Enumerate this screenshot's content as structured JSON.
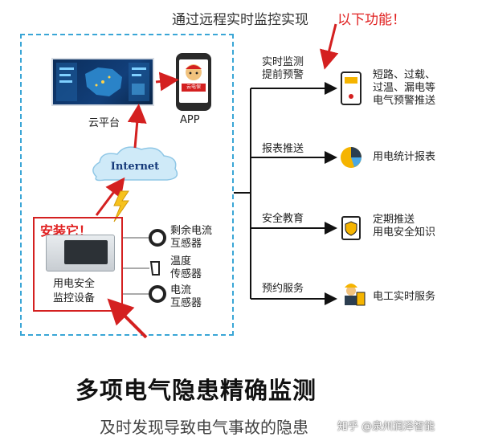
{
  "header": {
    "lead": "通过远程实时监控实现",
    "highlight": "以下功能！"
  },
  "left": {
    "cloud_label": "云平台",
    "app_label": "APP",
    "phone_badge": "云电保",
    "internet": "Internet",
    "install_label": "安装它！",
    "device_label": [
      "用电安全",
      "监控设备"
    ],
    "sensors": [
      {
        "lines": [
          "剩余电流",
          "互感器"
        ]
      },
      {
        "lines": [
          "温度",
          "传感器"
        ]
      },
      {
        "lines": [
          "电流",
          "互感器"
        ]
      }
    ]
  },
  "branches": [
    {
      "label": [
        "实时监测",
        "提前预警"
      ],
      "icon": "alarm-device-icon",
      "desc": [
        "短路、过载、",
        "过温、漏电等",
        "电气预警推送"
      ]
    },
    {
      "label": [
        "报表推送"
      ],
      "icon": "pie-chart-icon",
      "desc": [
        "用电统计报表"
      ]
    },
    {
      "label": [
        "安全教育"
      ],
      "icon": "shield-book-icon",
      "desc": [
        "定期推送",
        "用电安全知识"
      ]
    },
    {
      "label": [
        "预约服务"
      ],
      "icon": "electrician-icon",
      "desc": [
        "电工实时服务"
      ]
    }
  ],
  "footer": {
    "title": "多项电气隐患精确监测",
    "subtitle": "及时发现导致电气事故的隐患",
    "watermark": "知乎 @泉州润泽智能"
  },
  "colors": {
    "accent_red": "#e02020",
    "dash_blue": "#3aa6d6",
    "text_dark": "#222222"
  }
}
